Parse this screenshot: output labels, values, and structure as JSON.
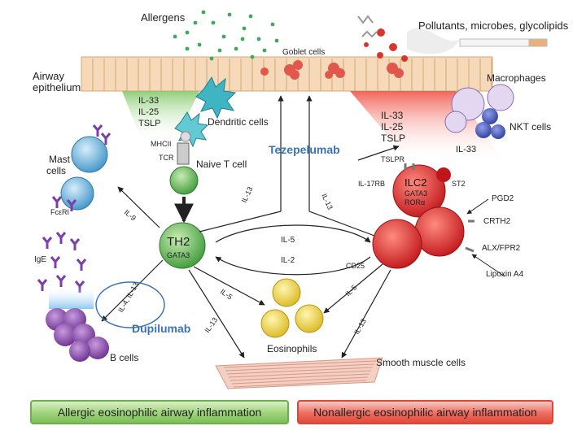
{
  "labels": {
    "allergens": "Allergens",
    "pollutants": "Pollutants, microbes, glycolipids",
    "goblet_cells": "Goblet cells",
    "airway_epithelium_1": "Airway",
    "airway_epithelium_2": "epithelium",
    "macrophages": "Macrophages",
    "nkt_cells": "NKT cells",
    "dc_il33": "IL-33",
    "dc_il25": "IL-25",
    "dc_tslp": "TSLP",
    "dendritic_cells": "Dendritic cells",
    "mhcii": "MHCII",
    "tcr": "TCR",
    "naive_t_cell": "Naive T cell",
    "tezepelumab": "Tezepelumab",
    "ep_il33": "IL-33",
    "ep_il25": "IL-25",
    "ep_tslp": "TSLP",
    "ilc_il33": "IL-33",
    "tslpr": "TSLPR",
    "il17rb": "IL-17RB",
    "ilc2": "ILC2",
    "gata3_ilc": "GATA3",
    "rora": "RORα",
    "st2": "ST2",
    "pgd2": "PGD2",
    "crth2": "CRTH2",
    "alx_fpr2": "ALX/FPR2",
    "lipoxin": "Lipoxin A4",
    "mast_cells_1": "Mast",
    "mast_cells_2": "cells",
    "fceri": "FcεRI",
    "ige": "IgE",
    "th2": "TH2",
    "gata3_th": "GATA3",
    "il5_loop": "IL-5",
    "il2_loop": "IL-2",
    "cd25": "CD25",
    "il9": "IL-9",
    "il13_left": "IL-13",
    "il13_right": "IL-13",
    "il4_il13": "IL-4, IL-13",
    "il5_th": "IL-5",
    "il13_bottom": "IL-13",
    "il5_ilc": "IL-5",
    "il13_ilc": "IL-13",
    "dupilumab": "Dupilumab",
    "b_cells": "B cells",
    "eosinophils": "Eosinophils",
    "smooth_muscle": "Smooth muscle cells"
  },
  "bars": {
    "allergic": "Allergic eosinophilic airway inflammation",
    "nonallergic": "Nonallergic eosinophilic airway inflammation"
  },
  "colors": {
    "green_bar": "#9ed27a",
    "red_bar": "#ee6b5e",
    "drug_label": "#3b73b9",
    "epithelium": "#f6d9b8",
    "th2_cell": "#5cb85c",
    "ilc2_cell": "#e0302a",
    "eosinophil": "#f2d43a",
    "b_cell": "#8e4fb0",
    "mast_cell": "#5aa9d6"
  }
}
